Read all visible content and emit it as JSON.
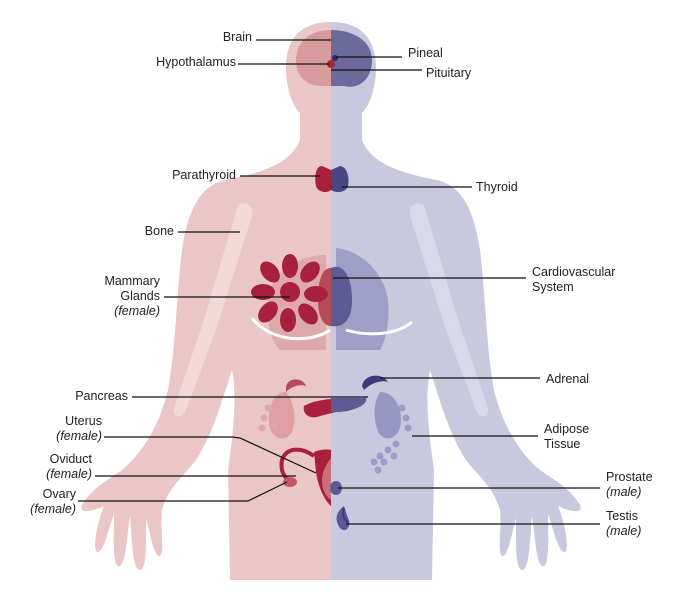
{
  "colors": {
    "female_skin": "#e9c4c4",
    "female_organ": "#a8203a",
    "female_organ_light": "#d98a8e",
    "male_skin": "#c6c7de",
    "male_organ": "#5e5a94",
    "male_organ_light": "#9c9bc4",
    "leader": "#111111"
  },
  "labels": {
    "brain": "Brain",
    "hypothalamus": "Hypothalamus",
    "pineal": "Pineal",
    "pituitary": "Pituitary",
    "parathyroid": "Parathyroid",
    "thyroid": "Thyroid",
    "bone": "Bone",
    "mammary_line1": "Mammary",
    "mammary_line2": "Glands",
    "mammary_note": "(female)",
    "cardio_line1": "Cardiovascular",
    "cardio_line2": "System",
    "pancreas": "Pancreas",
    "adrenal": "Adrenal",
    "uterus": "Uterus",
    "uterus_note": "(female)",
    "adipose_line1": "Adipose",
    "adipose_line2": "Tissue",
    "oviduct": "Oviduct",
    "oviduct_note": "(female)",
    "ovary": "Ovary",
    "ovary_note": "(female)",
    "prostate": "Prostate",
    "prostate_note": "(male)",
    "testis": "Testis",
    "testis_note": "(male)"
  }
}
